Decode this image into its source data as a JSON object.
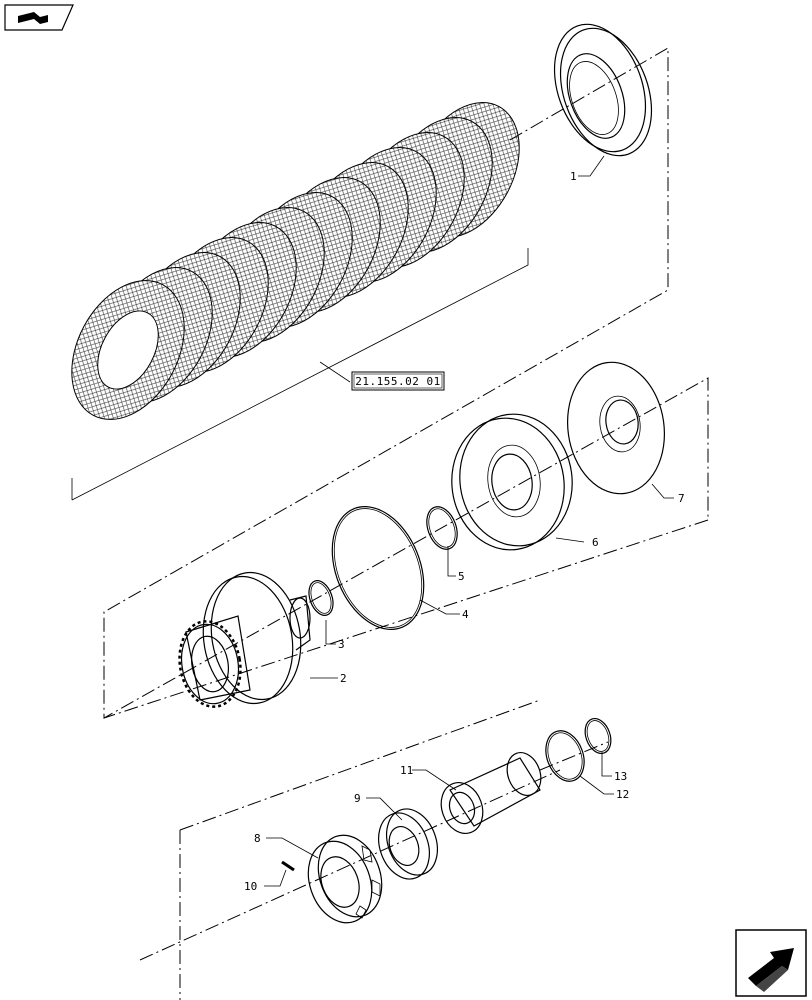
{
  "reference_label": "21.155.02 01",
  "callouts": {
    "c1": "1",
    "c2": "2",
    "c3": "3",
    "c4": "4",
    "c5": "5",
    "c6": "6",
    "c7": "7",
    "c8": "8",
    "c9": "9",
    "c10": "10",
    "c11": "11",
    "c12": "12",
    "c13": "13"
  },
  "icons": {
    "top_left": "book-page-turn-icon",
    "bottom_right": "next-page-arrow-icon"
  }
}
